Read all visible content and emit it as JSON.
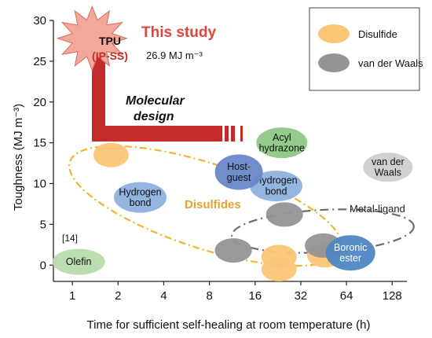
{
  "chart_data": {
    "type": "scatter",
    "title": "",
    "xlabel": "Time for sufficient self-healing at room temperature (h)",
    "ylabel": "Toughness (MJ m⁻³)",
    "x_scale": "log2",
    "xlim": [
      0.75,
      160
    ],
    "ylim": [
      -2,
      30
    ],
    "x_ticks": [
      1,
      2,
      4,
      8,
      16,
      32,
      64,
      128
    ],
    "x_tick_labels": [
      "1",
      "2",
      "4",
      "8",
      "16",
      "32",
      "64",
      "128"
    ],
    "y_ticks": [
      0,
      5,
      10,
      15,
      20,
      25,
      30
    ],
    "y_tick_labels": [
      "0",
      "5",
      "10",
      "15",
      "20",
      "25",
      "30"
    ],
    "legend": {
      "position": "top-right",
      "entries": [
        {
          "label": "Disulfide",
          "color": "#fbc777"
        },
        {
          "label": "van der Waals",
          "color": "#959595"
        }
      ]
    },
    "colors": {
      "disulfide": "#fbc777",
      "vdw": "#959595",
      "hydrogen_bond": "#8fb2df",
      "host_guest": "#6a87c9",
      "acyl_hydrazone": "#8fc885",
      "olefin": "#b9dcad",
      "vdw_light": "#cfcfcf",
      "boronic_ester": "#4f86c2",
      "highlight": "#c83a3a",
      "star": "#f4a89a"
    },
    "points": [
      {
        "category": "disulfide",
        "x": 1.8,
        "y": 13.5
      },
      {
        "category": "disulfide",
        "x": 23,
        "y": 1.0
      },
      {
        "category": "disulfide",
        "x": 23,
        "y": -0.5
      },
      {
        "category": "disulfide",
        "x": 46,
        "y": 1.2
      },
      {
        "category": "vdw",
        "x": 11.5,
        "y": 1.8
      },
      {
        "category": "vdw",
        "x": 25,
        "y": 6.2
      },
      {
        "category": "vdw",
        "x": 45,
        "y": 2.4
      },
      {
        "category": "hydrogen_bond",
        "x": 2.8,
        "y": 8.3,
        "label": [
          "Hydrogen",
          "bond"
        ]
      },
      {
        "category": "hydrogen_bond",
        "x": 22,
        "y": 9.7,
        "label": [
          "Hydrogen",
          "bond"
        ]
      },
      {
        "category": "host_guest",
        "x": 12.5,
        "y": 11.4,
        "label": [
          "Host-",
          "guest"
        ]
      },
      {
        "category": "acyl_hydrazone",
        "x": 24,
        "y": 15.0,
        "label": [
          "Acyl",
          "hydrazone"
        ]
      },
      {
        "category": "olefin",
        "x": 1.1,
        "y": 0.4,
        "label": [
          "Olefin"
        ]
      },
      {
        "category": "vdw_light",
        "x": 120,
        "y": 12.0,
        "label": [
          "van der",
          "Waals"
        ]
      },
      {
        "category": "boronic_ester",
        "x": 68,
        "y": 1.5,
        "label": [
          "Boronic",
          "ester"
        ]
      }
    ],
    "group_labels": [
      {
        "text": "Disulfides",
        "x": 5.2,
        "y": 7.6,
        "color": "#e6a22e"
      },
      {
        "text": "Metal-ligand",
        "x": 42,
        "y": 6.8,
        "color": "#222222"
      }
    ],
    "this_study": {
      "material": "TPU",
      "code": "IP-SS",
      "caption": "This study",
      "value_text": "26.9 MJ m⁻³",
      "x": 1.35,
      "y": 27.8
    },
    "annotations": {
      "reference": "[14]",
      "molecular_design": [
        "Molecular",
        "design"
      ]
    }
  }
}
